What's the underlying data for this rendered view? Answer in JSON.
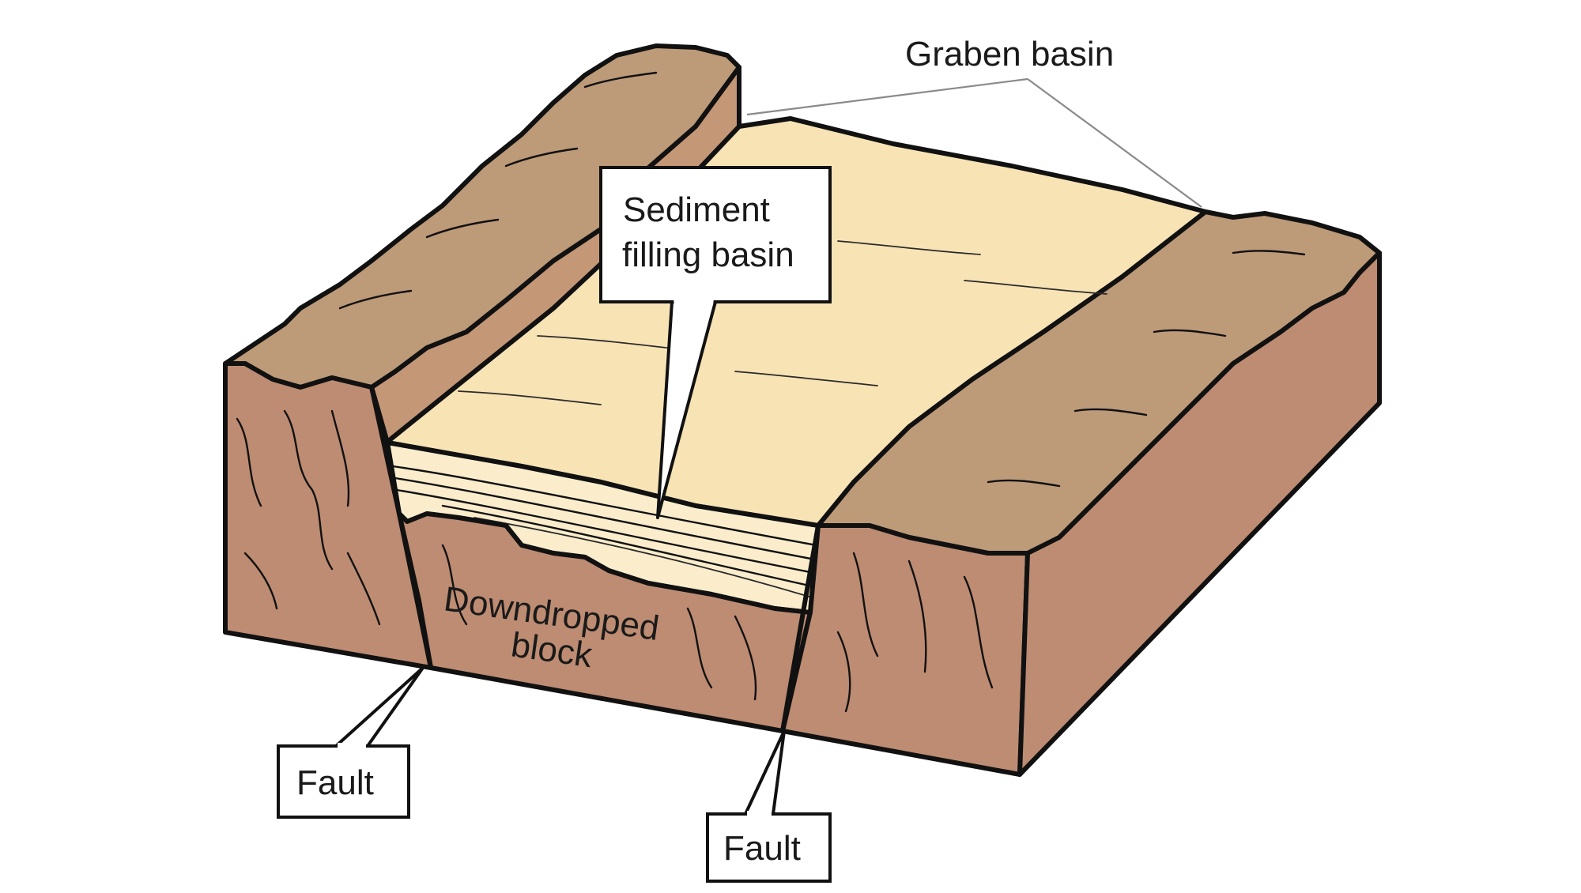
{
  "labels": {
    "graben_basin": "Graben basin",
    "sediment_line1": "Sediment",
    "sediment_line2": "filling basin",
    "downdropped_line1": "Downdropped",
    "downdropped_line2": "block",
    "fault_left": "Fault",
    "fault_right": "Fault"
  },
  "colors": {
    "block_side": "#BD8C72",
    "block_top": "#BD9A78",
    "block_inner_wall": "#C49777",
    "sediment_top": "#F8E3B5",
    "sediment_layers": "#FBEDCC",
    "outline": "#111111",
    "leader_line": "#8A8A8A"
  }
}
